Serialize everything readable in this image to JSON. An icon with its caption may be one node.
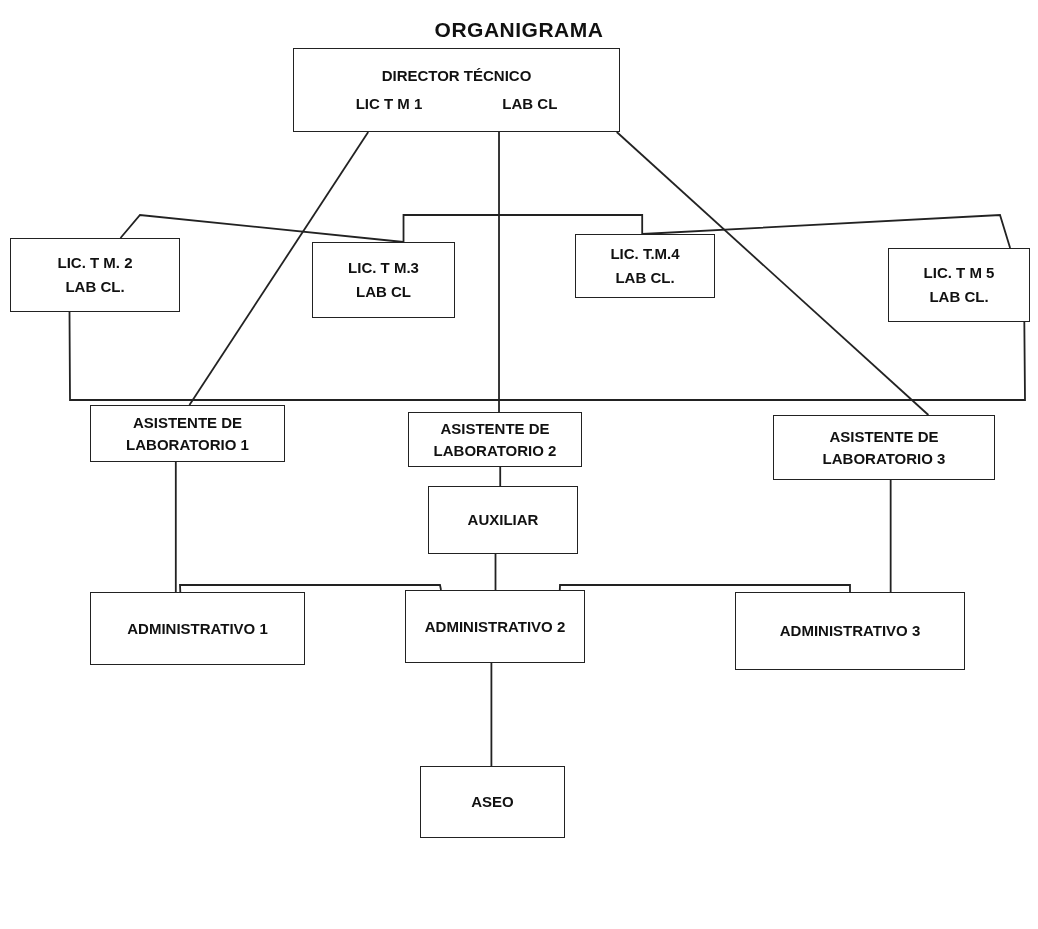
{
  "diagram": {
    "title": "ORGANIGRAMA",
    "nodes": [
      {
        "text": [
          "DIRECTOR TÉCNICO",
          "LIC T M 1",
          "LAB CL"
        ]
      },
      {
        "text": [
          "LIC. T M. 2",
          "LAB CL."
        ]
      },
      {
        "text": [
          "LIC. T M.3",
          "LAB CL"
        ]
      },
      {
        "text": [
          "LIC. T.M.4",
          "LAB CL."
        ]
      },
      {
        "text": [
          "LIC. T M 5",
          "LAB CL."
        ]
      },
      {
        "text": [
          "ASISTENTE DE LABORATORIO 1"
        ]
      },
      {
        "text": [
          "ASISTENTE DE LABORATORIO 2"
        ]
      },
      {
        "text": [
          "ASISTENTE DE LABORATORIO 3"
        ]
      },
      {
        "text": [
          "AUXILIAR"
        ]
      },
      {
        "text": [
          "ADMINISTRATIVO 1"
        ]
      },
      {
        "text": [
          "ADMINISTRATIVO 2"
        ]
      },
      {
        "text": [
          "ADMINISTRATIVO 3"
        ]
      },
      {
        "text": [
          "ASEO"
        ]
      }
    ],
    "edges": [
      {
        "from": 0,
        "to": 5,
        "arrow": "none"
      },
      {
        "from": 0,
        "to": 6,
        "arrow": "none"
      },
      {
        "from": 0,
        "to": 7,
        "arrow": "none"
      },
      {
        "from": 1,
        "to": 2,
        "arrow": "none"
      },
      {
        "from": 2,
        "to": 3,
        "arrow": "none"
      },
      {
        "from": 3,
        "to": 4,
        "arrow": "none"
      },
      {
        "from": 1,
        "to": 4,
        "arrow": "none"
      },
      {
        "from": 5,
        "to": 9,
        "arrow": "none"
      },
      {
        "from": 6,
        "to": 8,
        "arrow": "none"
      },
      {
        "from": 8,
        "to": 10,
        "arrow": "none"
      },
      {
        "from": 7,
        "to": 11,
        "arrow": "none"
      },
      {
        "from": 9,
        "to": 10,
        "arrow": "none"
      },
      {
        "from": 10,
        "to": 11,
        "arrow": "none"
      },
      {
        "from": 10,
        "to": 12,
        "arrow": "none"
      }
    ]
  }
}
